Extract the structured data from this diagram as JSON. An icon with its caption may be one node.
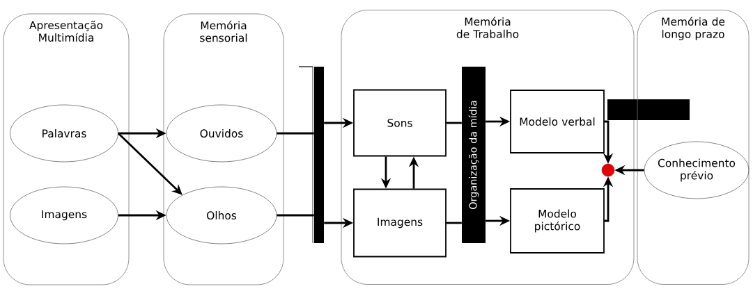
{
  "diagram": {
    "nodes": [
      {
        "text": [
          "Apresentação Multimídia"
        ]
      },
      {
        "text": [
          "Palavras"
        ],
        "in": 0
      },
      {
        "text": [
          "Imagens"
        ],
        "in": 0
      },
      {
        "text": [
          "Memória sensorial"
        ]
      },
      {
        "text": [
          "Ouvidos"
        ],
        "in": 3
      },
      {
        "text": [
          "Olhos"
        ],
        "in": 3
      },
      {
        "text": [],
        "shape": "bar"
      },
      {
        "text": [
          "Memória de Trabalho"
        ]
      },
      {
        "text": [
          "Sons"
        ],
        "in": 7
      },
      {
        "text": [
          "Imagens"
        ],
        "in": 7
      },
      {
        "text": [
          "Organização da mídia"
        ],
        "in": 7
      },
      {
        "text": [
          "Modelo verbal"
        ],
        "in": 7
      },
      {
        "text": [
          "Modelo pictórico"
        ],
        "in": 7
      },
      {
        "text": [],
        "shape": "circle",
        "in": 7
      },
      {
        "text": [],
        "shape": "bar"
      },
      {
        "text": [
          "Memória de longo prazo"
        ]
      },
      {
        "text": [
          "Conhecimento prévio"
        ],
        "in": 15
      }
    ],
    "edges": [
      {
        "from": 1,
        "to": 4,
        "arrow": "to"
      },
      {
        "from": 1,
        "to": 5,
        "arrow": "to"
      },
      {
        "from": 2,
        "to": 5,
        "arrow": "to"
      },
      {
        "from": 4,
        "to": 6,
        "arrow": "none"
      },
      {
        "from": 5,
        "to": 6,
        "arrow": "none"
      },
      {
        "from": 6,
        "to": 8,
        "arrow": "to"
      },
      {
        "from": 6,
        "to": 9,
        "arrow": "to"
      },
      {
        "from": 8,
        "to": 9,
        "arrow": "to"
      },
      {
        "from": 9,
        "to": 8,
        "arrow": "to"
      },
      {
        "from": 8,
        "to": 10,
        "arrow": "none"
      },
      {
        "from": 9,
        "to": 10,
        "arrow": "none"
      },
      {
        "from": 10,
        "to": 11,
        "arrow": "to"
      },
      {
        "from": 10,
        "to": 12,
        "arrow": "to"
      },
      {
        "from": 11,
        "to": 13,
        "arrow": "to"
      },
      {
        "from": 12,
        "to": 13,
        "arrow": "to"
      },
      {
        "from": 16,
        "to": 13,
        "arrow": "to"
      }
    ]
  }
}
